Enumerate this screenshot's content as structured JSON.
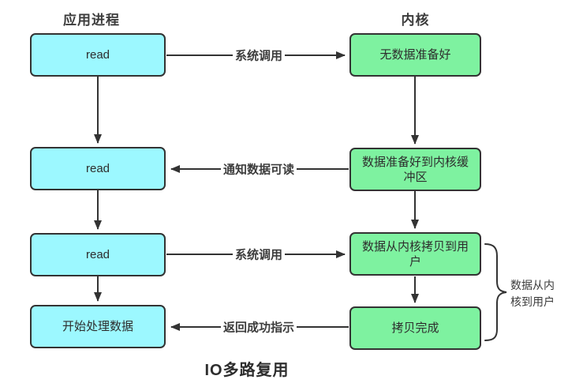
{
  "diagram": {
    "title": "IO多路复用",
    "left_column_header": "应用进程",
    "right_column_header": "内核",
    "process_boxes": [
      "read",
      "read",
      "read",
      "开始处理数据"
    ],
    "kernel_boxes": [
      "无数据准备好",
      "数据准备好到内核缓冲区",
      "数据从内核拷贝到用户",
      "拷贝完成"
    ],
    "horizontal_arrows": [
      {
        "label": "系统调用",
        "direction": "left-to-right"
      },
      {
        "label": "通知数据可读",
        "direction": "right-to-left"
      },
      {
        "label": "系统调用",
        "direction": "left-to-right"
      },
      {
        "label": "返回成功指示",
        "direction": "right-to-left"
      }
    ],
    "brace_annotation": "数据从内核到用户",
    "colors": {
      "process_box_fill": "#9CF8FF",
      "kernel_box_fill": "#7EF2A0",
      "stroke": "#333333",
      "background": "#FFFFFF"
    }
  }
}
